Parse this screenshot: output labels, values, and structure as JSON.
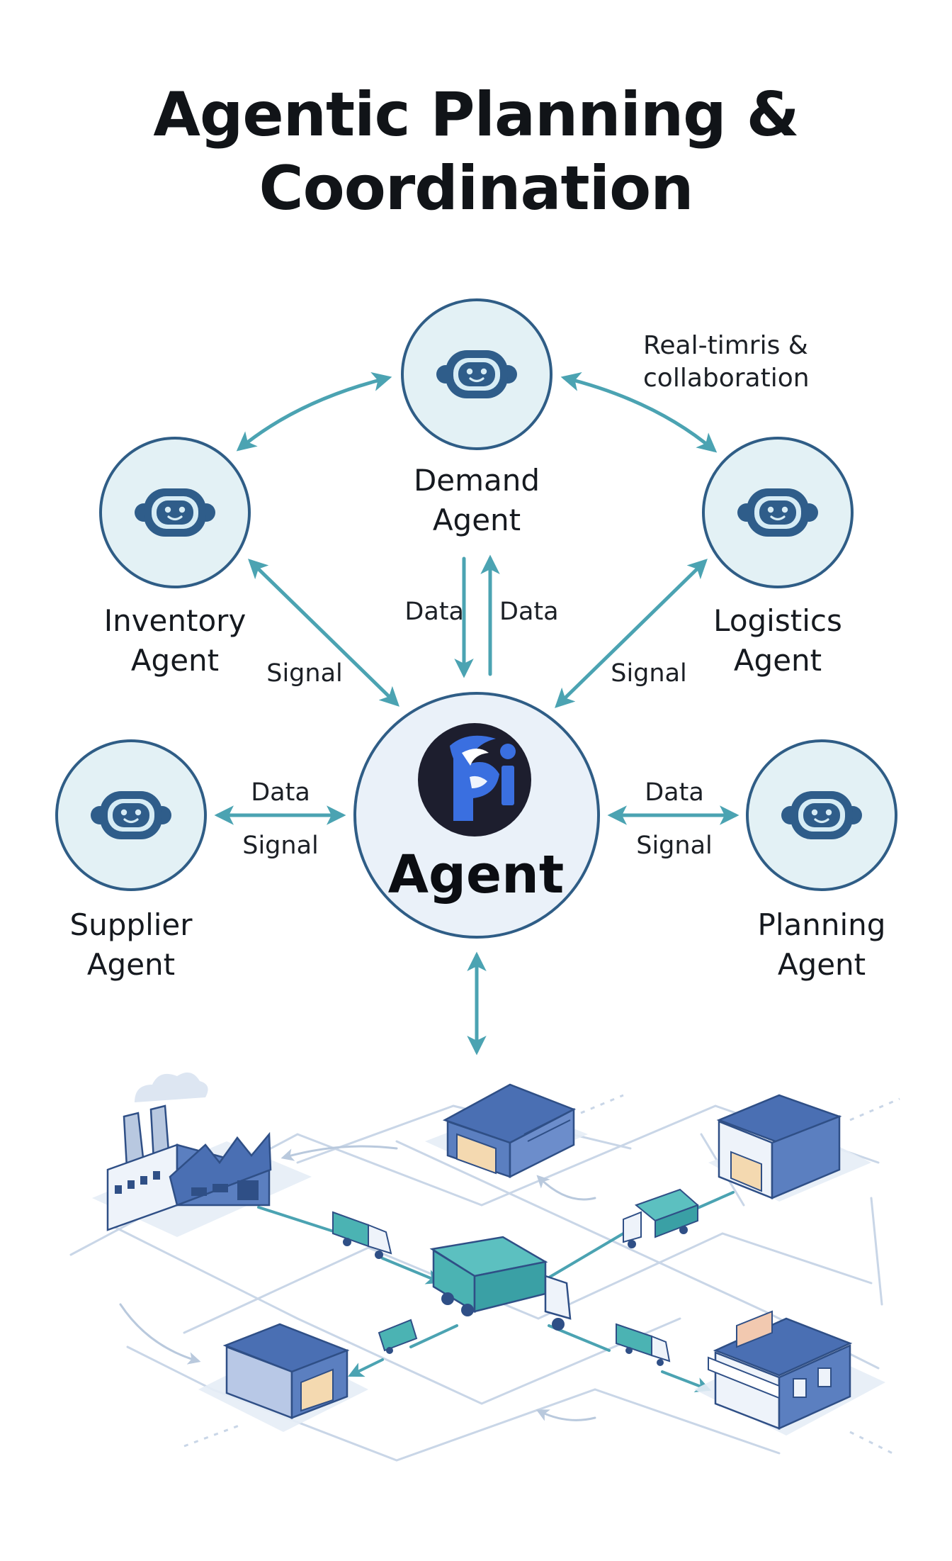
{
  "title": {
    "line1": "Agentic Planning &",
    "line2": "Coordination"
  },
  "note": {
    "line1": "Real-timris &",
    "line2": "collaboration"
  },
  "hub": {
    "name": "Agent",
    "logo_icon": "pi-fox-logo-icon"
  },
  "agents": {
    "demand": {
      "line1": "Demand",
      "line2": "Agent",
      "icon": "robot-icon"
    },
    "inventory": {
      "line1": "Inventory",
      "line2": "Agent",
      "icon": "robot-icon"
    },
    "logistics": {
      "line1": "Logistics",
      "line2": "Agent",
      "icon": "robot-icon"
    },
    "supplier": {
      "line1": "Supplier",
      "line2": "Agent",
      "icon": "robot-icon"
    },
    "planning": {
      "line1": "Planning",
      "line2": "Agent",
      "icon": "robot-icon"
    }
  },
  "edges": {
    "demand_down": "Data",
    "demand_up": "Data",
    "inventory_signal": "Signal",
    "logistics_signal": "Signal",
    "supplier_data": "Data",
    "supplier_signal": "Signal",
    "planning_data": "Data",
    "planning_signal": "Signal"
  },
  "network": {
    "nodes": [
      "factory-icon",
      "warehouse-icon",
      "warehouse-icon",
      "warehouse-icon",
      "store-icon"
    ],
    "vehicles": [
      "truck-icon",
      "truck-icon",
      "truck-icon",
      "truck-icon",
      "truck-icon"
    ]
  },
  "colors": {
    "title": "#111418",
    "ring": "#2f5d86",
    "agent_fill": "#e3f1f5",
    "hub_fill": "#eaf1f9",
    "arrow": "#4ba3b2",
    "robot": "#2f5d8a",
    "robot_face": "#d6ecf5",
    "network_line": "#c3d2e5",
    "building_blue": "#4a6fb3",
    "teal_truck": "#4bb3b3"
  }
}
